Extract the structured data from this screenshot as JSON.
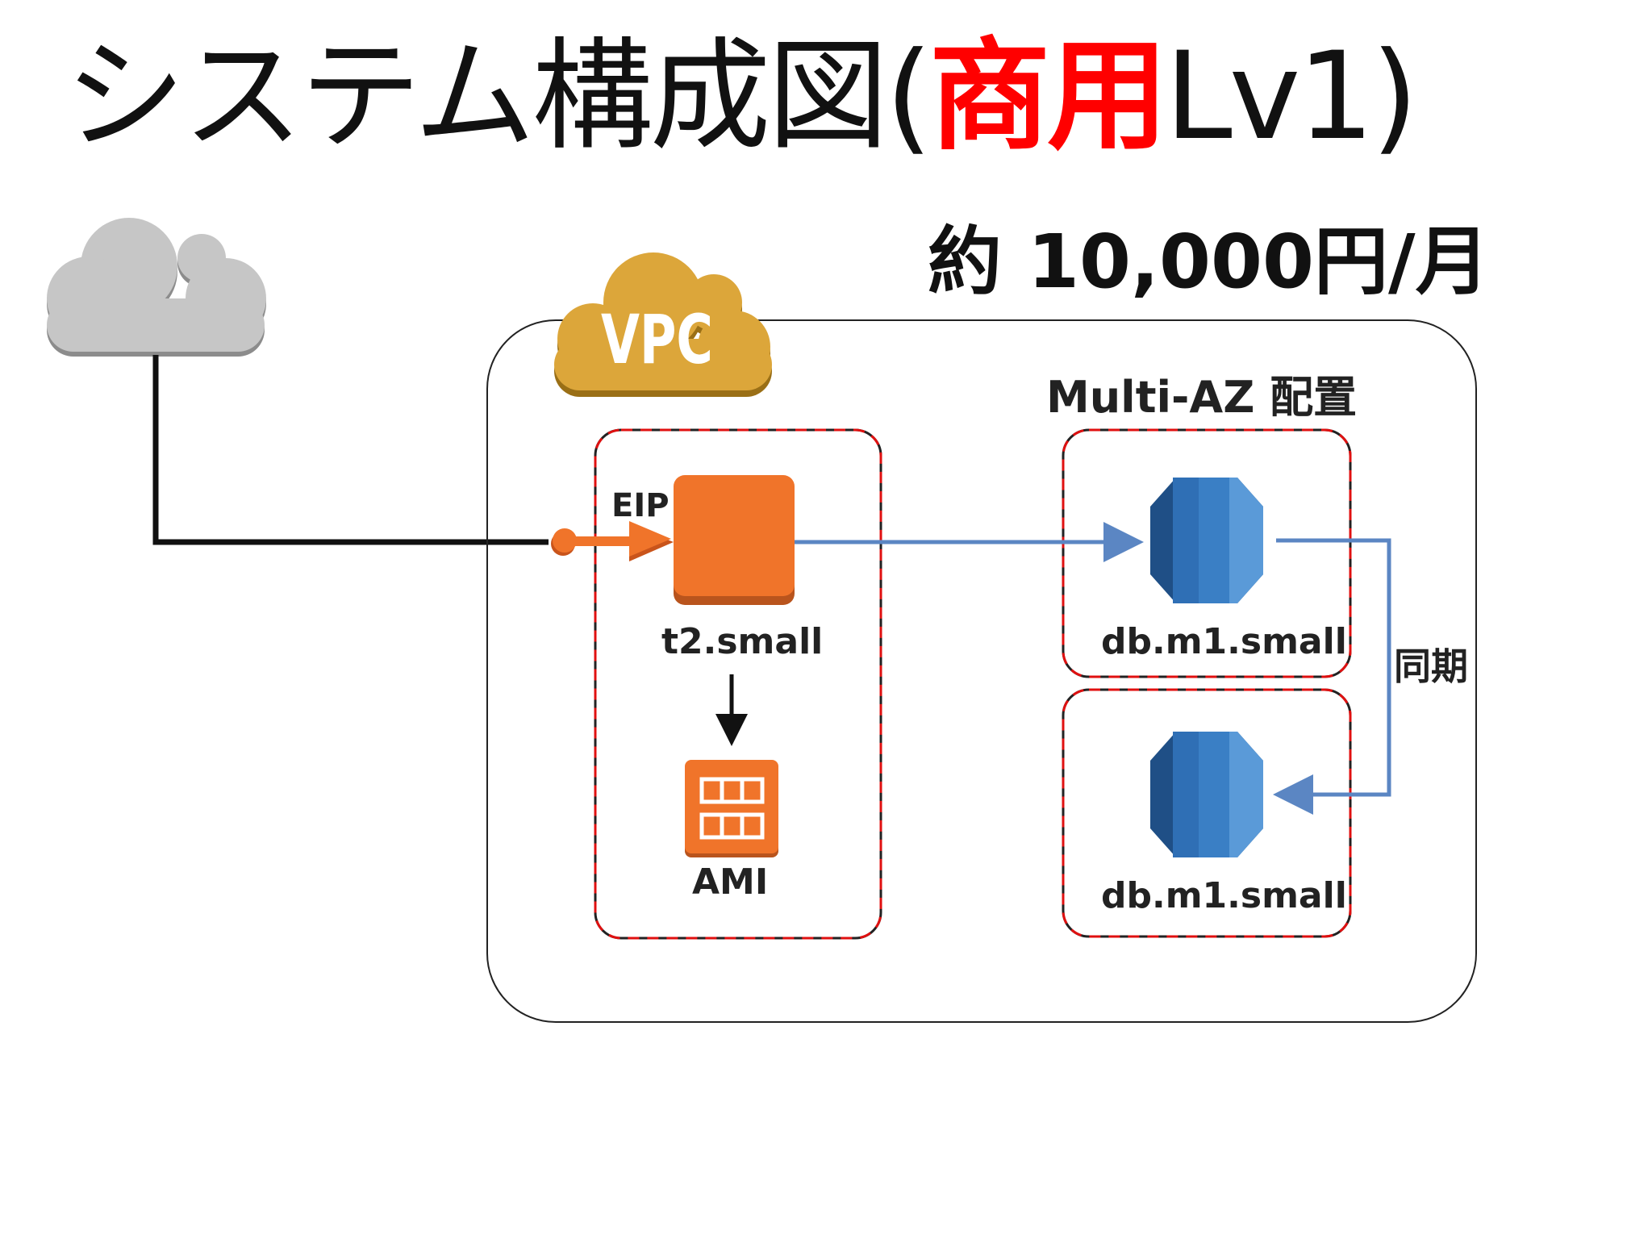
{
  "title": {
    "prefix": "システム構成図(",
    "accent": "商用",
    "suffix": "Lv1)"
  },
  "price": "約 10,000円/月",
  "vpc": {
    "label": "VPC"
  },
  "multi_az": {
    "label": "Multi-AZ 配置"
  },
  "ec2": {
    "eip_label": "EIP",
    "instance_label": "t2.small",
    "ami_label": "AMI"
  },
  "rds": {
    "primary_label": "db.m1.small",
    "standby_label": "db.m1.small",
    "sync_label": "同期"
  },
  "colors": {
    "accent_red": "#ff0000",
    "ec2_orange": "#f0742a",
    "vpc_gold": "#d9a430",
    "rds_blue": "#2f6fb5",
    "arrow_blue": "#5b86c3",
    "cloud_gray": "#bfbfbf"
  },
  "icons": [
    "internet-cloud-icon",
    "vpc-cloud-icon",
    "eip-icon",
    "ec2-instance-icon",
    "ami-icon",
    "rds-database-icon"
  ]
}
